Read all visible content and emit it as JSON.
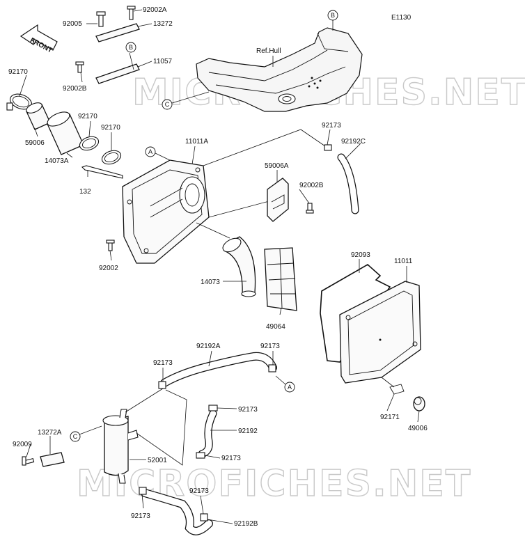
{
  "diagram": {
    "code": "E1130",
    "front_label": "FRONT",
    "reference_label": "Ref.Hull",
    "watermark": "MICROFICHES.NET",
    "callouts": {
      "A": "A",
      "B": "B",
      "C": "C"
    },
    "part_labels": {
      "p92005": "92005",
      "p92002A": "92002A",
      "p13272": "13272",
      "p11057": "11057",
      "p92170_a": "92170",
      "p92002B_top": "92002B",
      "p59006": "59006",
      "p92170_b": "92170",
      "p92170_c": "92170",
      "p14073A": "14073A",
      "p11011A": "11011A",
      "p132": "132",
      "p92173_top": "92173",
      "p92192C": "92192C",
      "p59006A": "59006A",
      "p92002B_mid": "92002B",
      "p92002": "92002",
      "p14073": "14073",
      "p49064": "49064",
      "p92093": "92093",
      "p11011": "11011",
      "p92192A": "92192A",
      "p92173_mid_r": "92173",
      "p92173_mid_l": "92173",
      "p92171": "92171",
      "p49006": "49006",
      "p92173_hose": "92173",
      "p92192": "92192",
      "p13272A": "13272A",
      "p92009": "92009",
      "p52001": "52001",
      "p92173_low": "92173",
      "p92173_bot_l": "92173",
      "p92173_bot_r": "92173",
      "p92192B": "92192B"
    }
  }
}
